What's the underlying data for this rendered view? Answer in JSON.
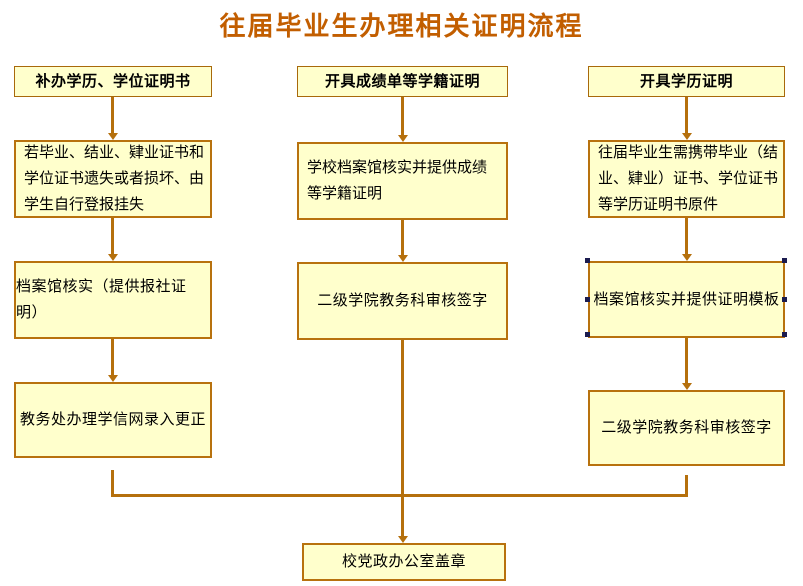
{
  "title": "往届毕业生办理相关证明流程",
  "columns": [
    {
      "header": "补办学历、学位证明书",
      "steps": [
        "若毕业、结业、肄业证书和\n学位证书遗失或者损坏、由\n学生自行登报挂失",
        "档案馆核实（提供报社证明）",
        "教务处办理学信网录入更正"
      ]
    },
    {
      "header": "开具成绩单等学籍证明",
      "steps": [
        "学校档案馆核实并提供成绩\n等学籍证明",
        "二级学院教务科审核签字"
      ]
    },
    {
      "header": "开具学历证明",
      "steps": [
        "往届毕业生需携带毕业（结\n业、肄业）证书、学位证书\n等学历证明书原件",
        "档案馆核实并提供证明模板",
        "二级学院教务科审核签字"
      ]
    }
  ],
  "final_step": "校党政办公室盖章",
  "colors": {
    "box_fill": "#FFFFCC",
    "box_border": "#B8720E",
    "arrow": "#B5700D",
    "title_text": "#C25E00",
    "selection_handle": "#1B1B4F"
  }
}
